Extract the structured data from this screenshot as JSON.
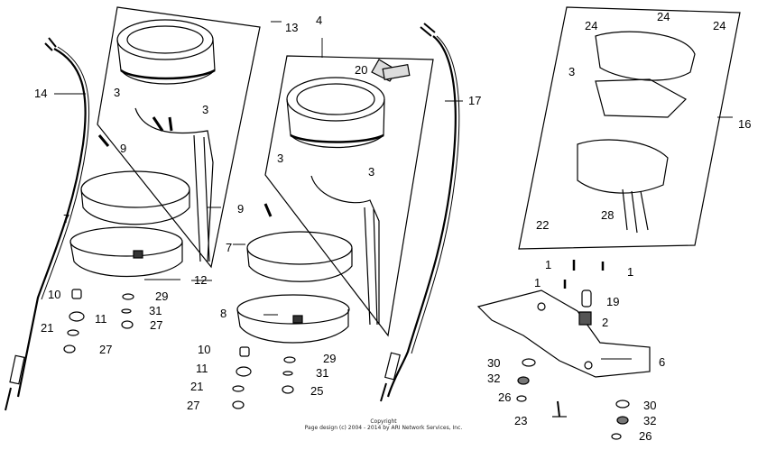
{
  "callouts": {
    "c1a": "1",
    "c1b": "1",
    "c1c": "1",
    "c2": "2",
    "c3a": "3",
    "c3b": "3",
    "c3c": "3",
    "c3d": "3",
    "c3e": "3",
    "c4": "4",
    "c6": "6",
    "c7a": "7",
    "c7b": "7",
    "c8": "8",
    "c9a": "9",
    "c9b": "9",
    "c10a": "10",
    "c10b": "10",
    "c11a": "11",
    "c11b": "11",
    "c12": "12",
    "c13": "13",
    "c14": "14",
    "c16": "16",
    "c17": "17",
    "c19": "19",
    "c20": "20",
    "c21a": "21",
    "c21b": "21",
    "c22": "22",
    "c23": "23",
    "c24a": "24",
    "c24b": "24",
    "c24c": "24",
    "c25": "25",
    "c26a": "26",
    "c26b": "26",
    "c27a": "27",
    "c27b": "27",
    "c27c": "27",
    "c28": "28",
    "c29a": "29",
    "c29b": "29",
    "c30a": "30",
    "c30b": "30",
    "c31a": "31",
    "c31b": "31",
    "c32a": "32",
    "c32b": "32"
  },
  "copyright": {
    "line1": "Copyright",
    "line2": "Page design (c) 2004 - 2014 by ARI Network Services, Inc."
  }
}
